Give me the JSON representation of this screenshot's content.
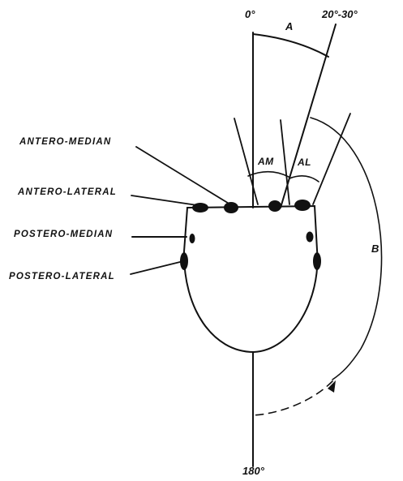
{
  "figure": {
    "angle_labels": {
      "zero": "0°",
      "twenty_thirty": "20°-30°",
      "one_eighty": "180°"
    },
    "arc_labels": {
      "a": "A",
      "b": "B",
      "am": "AM",
      "al": "AL"
    },
    "structure_labels": {
      "antero_median": "ANTERO-MEDIAN",
      "antero_lateral": "ANTERO-LATERAL",
      "postero_median": "POSTERO-MEDIAN",
      "postero_lateral": "POSTERO-LATERAL"
    }
  }
}
